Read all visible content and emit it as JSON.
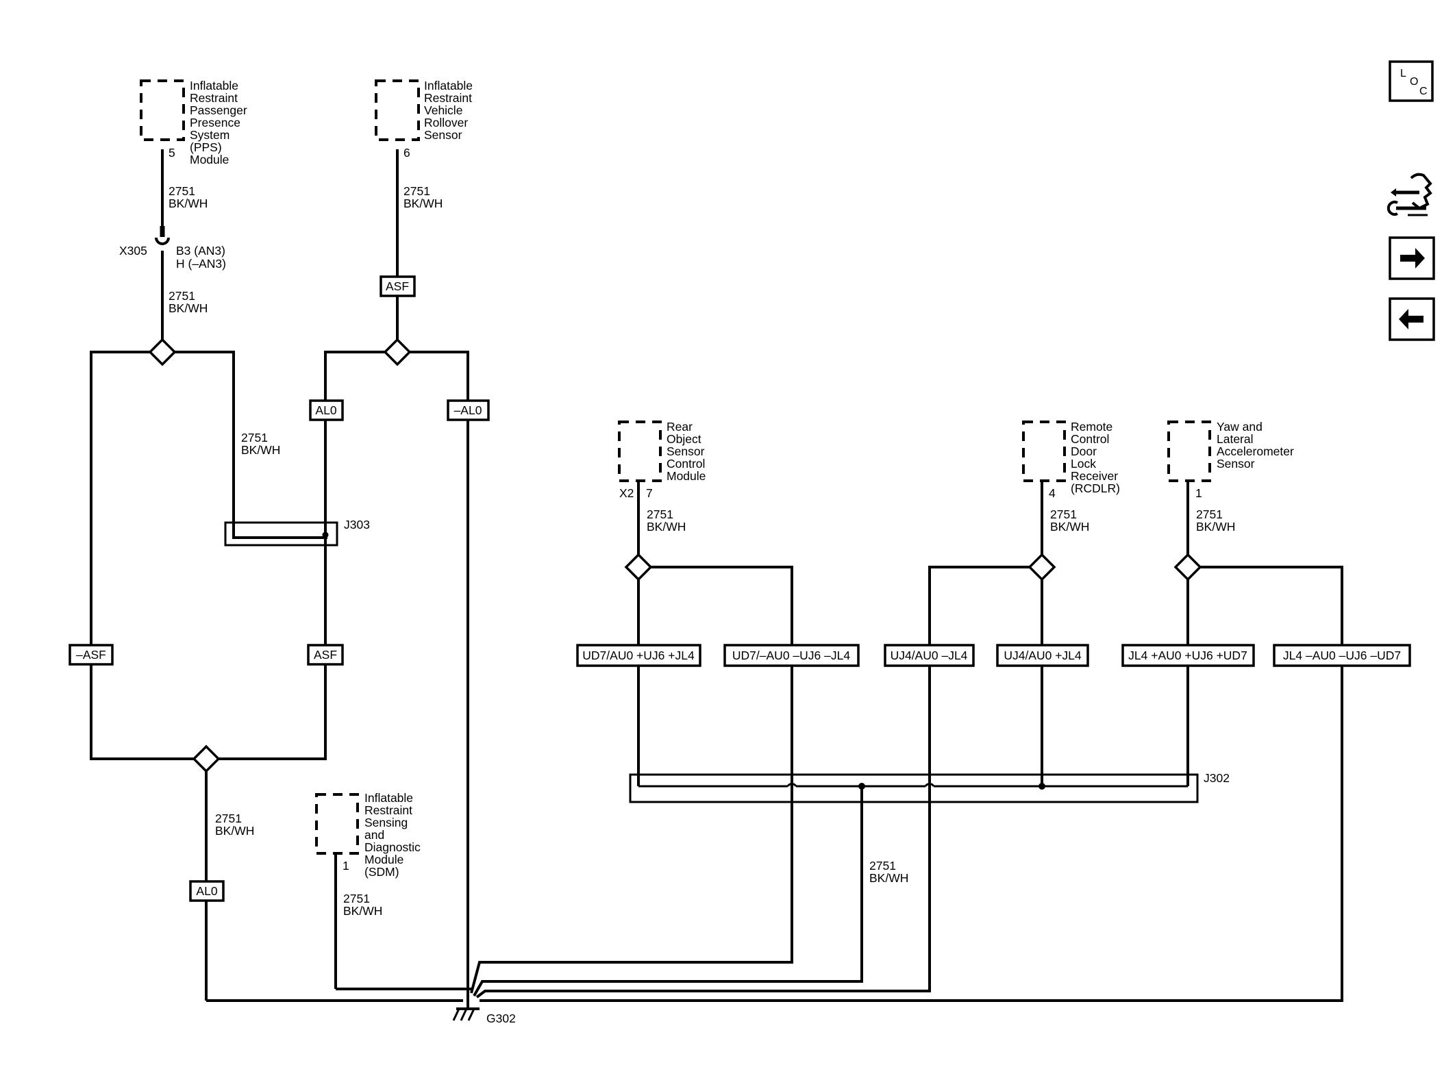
{
  "components": {
    "pps": {
      "lines": [
        "Inflatable",
        "Restraint",
        "Passenger",
        "Presence",
        "System",
        "(PPS)",
        "Module"
      ],
      "pin": "5"
    },
    "rollover": {
      "lines": [
        "Inflatable",
        "Restraint",
        "Vehicle",
        "Rollover",
        "Sensor"
      ],
      "pin": "6"
    },
    "rear_object": {
      "lines": [
        "Rear",
        "Object",
        "Sensor",
        "Control",
        "Module"
      ],
      "connector": "X2",
      "pin": "7"
    },
    "rcdlr": {
      "lines": [
        "Remote",
        "Control",
        "Door",
        "Lock",
        "Receiver",
        "(RCDLR)"
      ],
      "pin": "4"
    },
    "yaw": {
      "lines": [
        "Yaw and",
        "Lateral",
        "Accelerometer",
        "Sensor"
      ],
      "pin": "1"
    },
    "sdm": {
      "lines": [
        "Inflatable",
        "Restraint",
        "Sensing",
        "and",
        "Diagnostic",
        "Module",
        "(SDM)"
      ],
      "pin": "1"
    }
  },
  "wire": {
    "circuit": "2751",
    "color": "BK/WH"
  },
  "inline_connector": {
    "name": "X305",
    "pin_a": "B3 (AN3)",
    "pin_b": "H (–AN3)"
  },
  "option_boxes": {
    "asf_top": "ASF",
    "al0_left": "AL0",
    "al0_right": "–AL0",
    "asf_neg": "–ASF",
    "asf_pos": "ASF",
    "al0_bottom": "AL0",
    "opt1": "UD7/AU0 +UJ6 +JL4",
    "opt2": "UD7/–AU0 –UJ6 –JL4",
    "opt3": "UJ4/AU0 –JL4",
    "opt4": "UJ4/AU0 +JL4",
    "opt5": "JL4 +AU0 +UJ6 +UD7",
    "opt6": "JL4 –AU0 –UJ6 –UD7"
  },
  "splices": {
    "j303": "J303",
    "j302": "J302"
  },
  "ground": "G302",
  "nav": {
    "loc_l": "L",
    "loc_o": "O",
    "loc_c": "C"
  },
  "icons": [
    "loc-icon",
    "component-view-icon",
    "next-page-arrow-icon",
    "previous-page-arrow-icon"
  ]
}
